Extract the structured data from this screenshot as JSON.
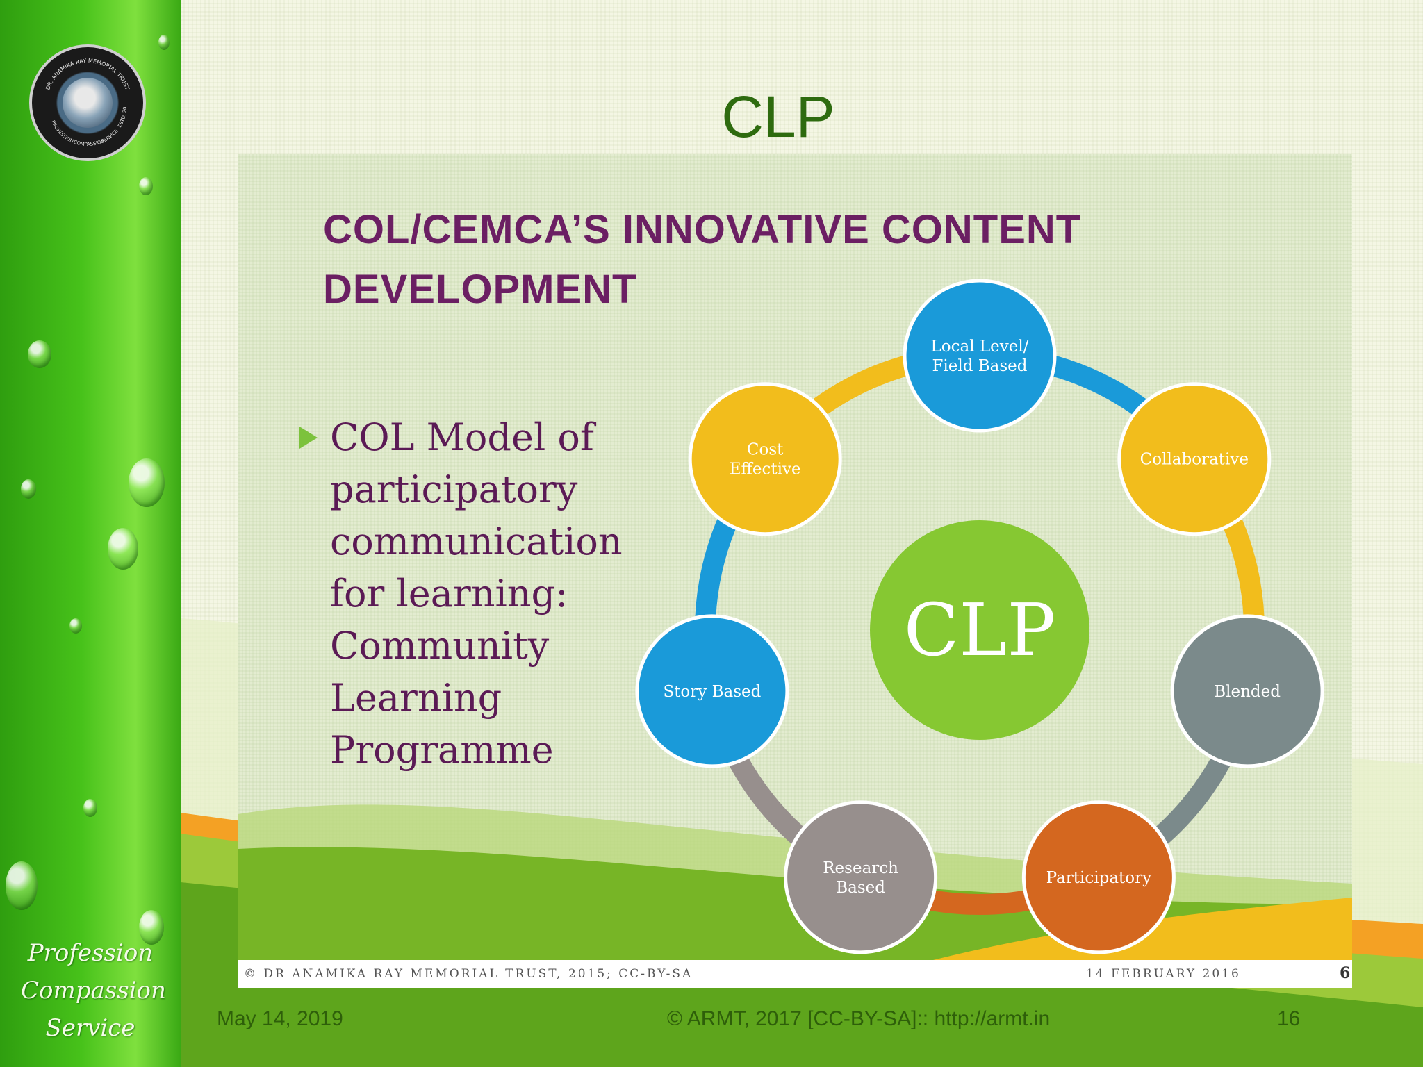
{
  "slide": {
    "title": "CLP",
    "tagline": [
      "Profession",
      "Compassion",
      "Service"
    ],
    "logo": {
      "ring_top": "DR. ANAMIKA RAY MEMORIAL TRUST",
      "ring_left": "PROFESSION",
      "ring_bottom": "COMPASSION",
      "ring_bottom2": "SERVICE",
      "ring_right": "ESTD. 2015"
    },
    "footer": {
      "date": "May 14, 2019",
      "copyright": "© ARMT, 2017 [CC-BY-SA]:: http://armt.in",
      "page": "16"
    }
  },
  "embedded": {
    "heading_line1": "COL/CEMCA’S INNOVATIVE CONTENT",
    "heading_line2": "DEVELOPMENT",
    "bullet_lines": [
      "COL Model of",
      "participatory",
      "communication",
      "for learning:",
      "Community",
      "Learning",
      "Programme"
    ],
    "center_label": "CLP",
    "nodes": [
      {
        "lines": [
          "Local Level/",
          "Field Based"
        ],
        "color": "#1a9ad9"
      },
      {
        "lines": [
          "Collaborative"
        ],
        "color": "#f2bd1c"
      },
      {
        "lines": [
          "Blended"
        ],
        "color": "#7b8a8b"
      },
      {
        "lines": [
          "Participatory"
        ],
        "color": "#d4671f"
      },
      {
        "lines": [
          "Research",
          "Based"
        ],
        "color": "#978f8d"
      },
      {
        "lines": [
          "Story Based"
        ],
        "color": "#1a9ad9"
      },
      {
        "lines": [
          "Cost",
          "Effective"
        ],
        "color": "#f2bd1c"
      }
    ],
    "center_color": "#86c832",
    "footer_left": "© DR ANAMIKA RAY MEMORIAL TRUST, 2015; CC-BY-SA",
    "footer_right": "14 FEBRUARY 2016",
    "page_num": "6"
  }
}
